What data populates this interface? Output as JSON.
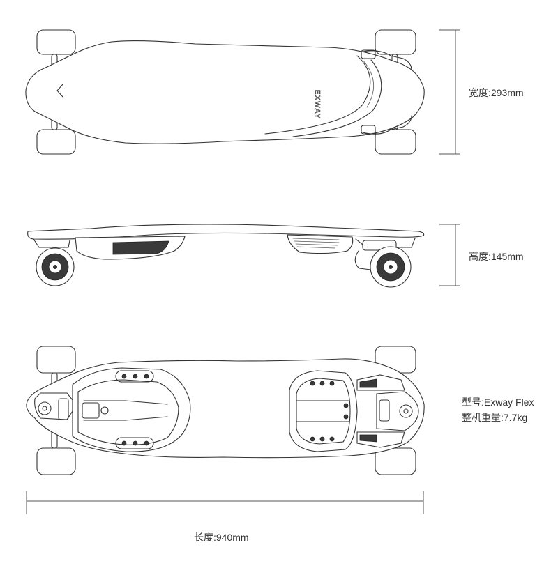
{
  "labels": {
    "width": "宽度:293mm",
    "height": "高度:145mm",
    "model": "型号:Exway Flex",
    "weight": "整机重量:7.7kg",
    "length": "长度:940mm"
  },
  "deck_logo_text": "EXWAY",
  "colors": {
    "line": "#333333",
    "dark_fill": "#3a3a3a",
    "background": "#ffffff"
  }
}
